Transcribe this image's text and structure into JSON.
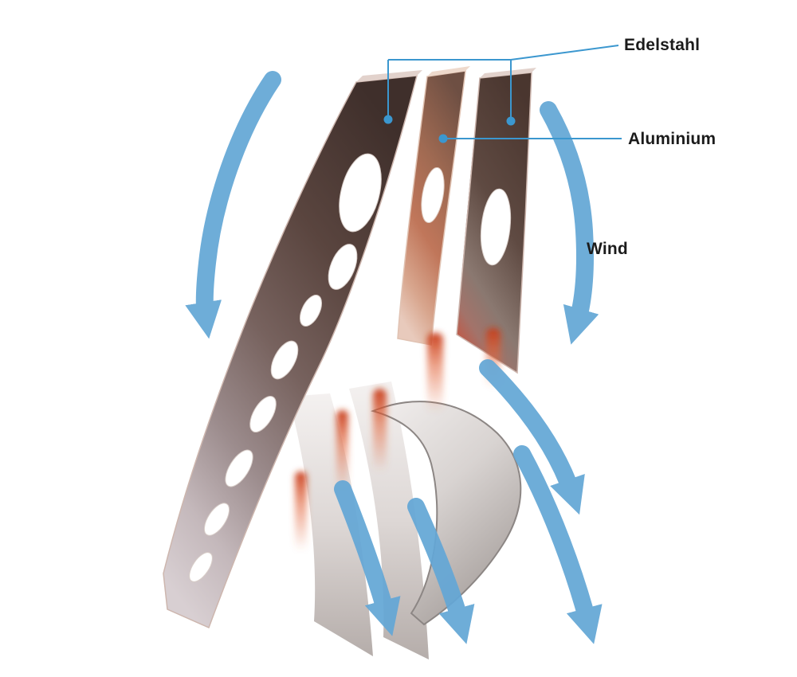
{
  "diagram": {
    "labels": {
      "edelstahl": "Edelstahl",
      "aluminium": "Aluminium",
      "wind": "Wind"
    },
    "colors": {
      "callout_blue": "#3b97cf",
      "wind_arrow_blue": "#64a7d6",
      "steel_plate_dark": "#46332e",
      "aluminium_core_warm": "#c0765a",
      "heat_glow_red": "#d04a22",
      "rotor_tip_light": "#d8cfd2",
      "background": "#ffffff",
      "label_text": "#1b1b1b"
    },
    "icons": {
      "callout_dot": "filled-circle-marker",
      "wind_arrow": "curved-flow-arrow"
    }
  }
}
